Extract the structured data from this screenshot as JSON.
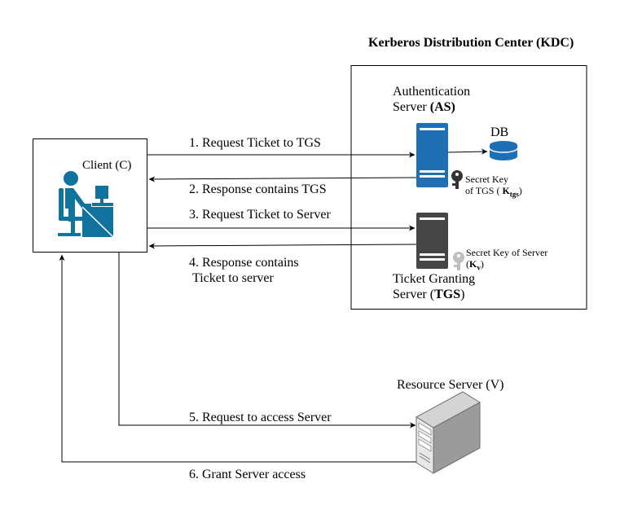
{
  "kdc": {
    "title": "Kerberos Distribution Center (KDC)"
  },
  "as": {
    "line1": "Authentication",
    "line2_prefix": "Server ",
    "line2_bold": "(AS)"
  },
  "db": {
    "label": "DB"
  },
  "as_key": {
    "line1": "Secret Key",
    "line2_prefix": "of TGS ( ",
    "key_main": "K",
    "key_sub": "tgs",
    "line2_suffix": ")"
  },
  "tgs": {
    "line1": "Ticket Granting",
    "line2_prefix": "Server (",
    "line2_bold": "TGS",
    "line2_suffix": ")"
  },
  "tgs_key": {
    "line1": "Secret Key of Server",
    "line2_prefix": "(",
    "key_main": "K",
    "key_sub": "v",
    "line2_suffix": ")"
  },
  "client": {
    "label": "Client (C)"
  },
  "resource": {
    "label": "Resource Server (V)"
  },
  "steps": {
    "s1": "1. Request Ticket to TGS",
    "s2": "2. Response contains TGS",
    "s3": "3. Request Ticket to Server",
    "s4_line1": "4. Response contains",
    "s4_line2": "Ticket to server",
    "s5": "5. Request to access Server",
    "s6": "6. Grant Server access"
  },
  "colors": {
    "as_server": "#1f6fb5",
    "tgs_server": "#454545",
    "client_icon": "#10739e",
    "key_dark": "#333333",
    "key_light": "#bfbfbf"
  }
}
